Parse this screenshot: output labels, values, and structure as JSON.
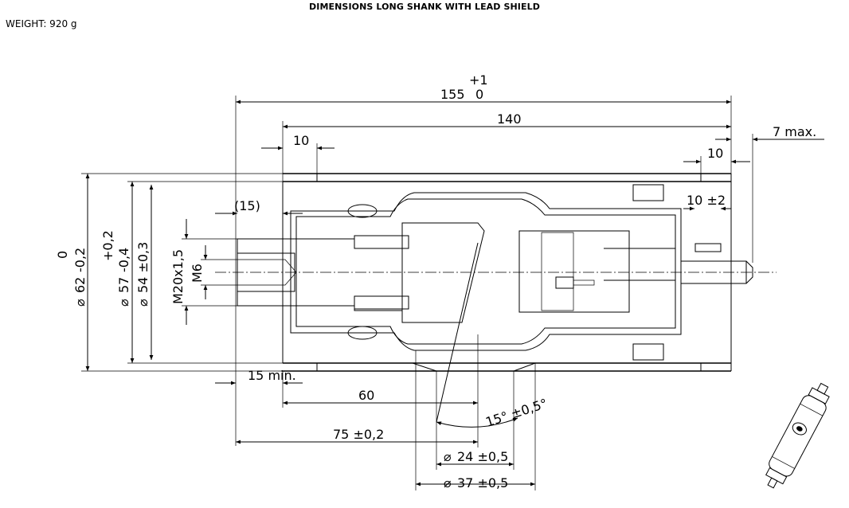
{
  "header": {
    "title": "DIMENSIONS LONG SHANK WITH LEAD SHIELD",
    "weight": "WEIGHT: 920 g"
  },
  "dimensions": {
    "overall_length_nominal": "155",
    "overall_length_tol_upper": "+1",
    "overall_length_tol_lower": "0",
    "length_140": "140",
    "left_step_10": "10",
    "right_step_10": "10",
    "seven_max": "7 max.",
    "ten_pm2": "10 ±2",
    "ref_15": "(15)",
    "fifteen_min": "15 min.",
    "sixty": "60",
    "seventyfive": "75 ±0,2",
    "angle": "15° ±0,5°",
    "dia24": "24 ±0,5",
    "dia37": "37 ±0,5",
    "thread_m20": "M20x1,5",
    "thread_m6": "M6",
    "dia62": "62",
    "dia62_tol_upper": "0",
    "dia62_tol_lower": "-0,2",
    "dia57": "57",
    "dia57_tol_upper": "+0,2",
    "dia57_tol_lower": "-0,4",
    "dia54": "54 ±0,3",
    "diameter_symbol": "⌀"
  }
}
